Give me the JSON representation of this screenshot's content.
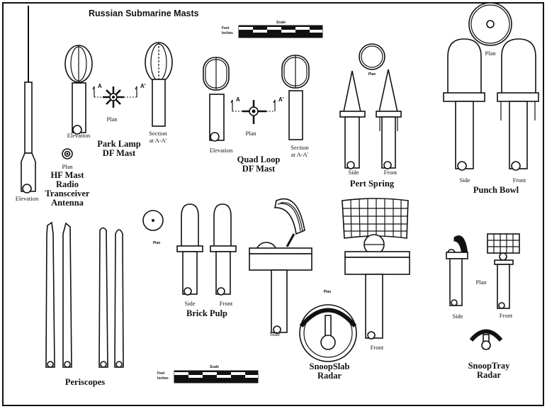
{
  "title": "Russian Submarine Masts",
  "scale": {
    "label": "Scale",
    "feet": "Feet",
    "inches": "Inches"
  },
  "common": {
    "elevation": "Elevation",
    "plan": "Plan",
    "side": "Side",
    "front": "Front",
    "section1": "Section",
    "section2": "at A-A'",
    "a": "A",
    "a_prime": "A'"
  },
  "hf_mast": {
    "line1": "HF Mast",
    "line2": "Radio",
    "line3": "Transceiver",
    "line4": "Antenna"
  },
  "park_lamp": {
    "line1": "Park Lamp",
    "line2": "DF Mast"
  },
  "quad_loop": {
    "line1": "Quad Loop",
    "line2": "DF Mast"
  },
  "pert_spring": {
    "label": "Pert Spring"
  },
  "punch_bowl": {
    "label": "Punch Bowl"
  },
  "brick_pulp": {
    "label": "Brick Pulp"
  },
  "periscopes": {
    "label": "Periscopes"
  },
  "snoop_slab": {
    "line1": "SnoopSlab",
    "line2": "Radar"
  },
  "snoop_tray": {
    "line1": "SnoopTray",
    "line2": "Radar"
  }
}
